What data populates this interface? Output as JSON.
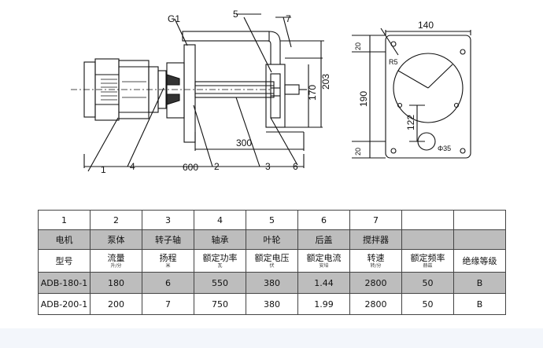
{
  "drawing": {
    "labels": {
      "g1": "G1",
      "five": "5",
      "seven": "7",
      "one": "1",
      "four": "4",
      "two": "2",
      "three": "3",
      "six": "6",
      "dim_600": "600",
      "dim_300": "300",
      "dim_170": "170",
      "dim_203": "203",
      "dim_140": "140",
      "dim_190": "190",
      "dim_122": "122",
      "dim_20_top": "20",
      "dim_20_bottom": "20",
      "r5": "R5",
      "phi35": "Φ35"
    }
  },
  "table": {
    "row1": [
      "1",
      "2",
      "3",
      "4",
      "5",
      "6",
      "7",
      "",
      ""
    ],
    "row2": [
      "电机",
      "泵体",
      "转子轴",
      "轴承",
      "叶轮",
      "后盖",
      "搅拌器",
      "",
      ""
    ],
    "row3": [
      {
        "main": "型号",
        "unit": ""
      },
      {
        "main": "流量",
        "unit": "升/分"
      },
      {
        "main": "扬程",
        "unit": "米"
      },
      {
        "main": "额定功率",
        "unit": "瓦"
      },
      {
        "main": "额定电压",
        "unit": "伏"
      },
      {
        "main": "额定电流",
        "unit": "安培"
      },
      {
        "main": "转速",
        "unit": "转/分"
      },
      {
        "main": "额定频率",
        "unit": "赫兹"
      },
      {
        "main": "绝缘等级",
        "unit": ""
      }
    ],
    "rows": [
      [
        "ADB-180-1",
        "180",
        "6",
        "550",
        "380",
        "1.44",
        "2800",
        "50",
        "B"
      ],
      [
        "ADB-200-1",
        "200",
        "7",
        "750",
        "380",
        "1.99",
        "2800",
        "50",
        "B"
      ]
    ]
  }
}
